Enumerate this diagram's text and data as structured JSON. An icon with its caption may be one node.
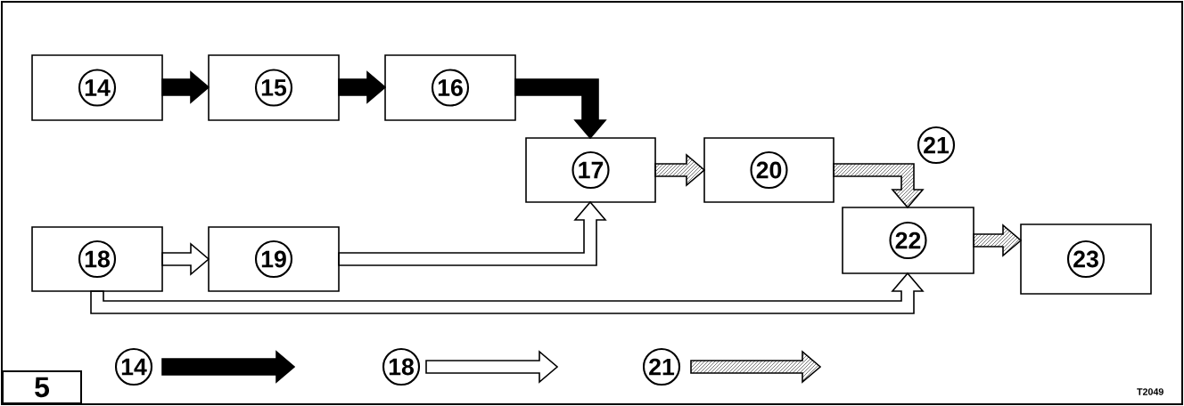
{
  "diagram": {
    "nodes": [
      {
        "text": [
          "14"
        ]
      },
      {
        "text": [
          "15"
        ]
      },
      {
        "text": [
          "16"
        ]
      },
      {
        "text": [
          "17"
        ]
      },
      {
        "text": [
          "20"
        ]
      },
      {
        "text": [
          "22"
        ]
      },
      {
        "text": [
          "23"
        ]
      },
      {
        "text": [
          "18"
        ]
      },
      {
        "text": [
          "19"
        ]
      }
    ],
    "edges": [
      {
        "from": 0,
        "to": 1,
        "arrow": "to",
        "style": "thick"
      },
      {
        "from": 1,
        "to": 2,
        "arrow": "to",
        "style": "thick"
      },
      {
        "from": 2,
        "to": 3,
        "arrow": "to",
        "style": "thick"
      },
      {
        "from": 7,
        "to": 8,
        "arrow": "to"
      },
      {
        "from": 8,
        "to": 3,
        "arrow": "to"
      },
      {
        "from": 7,
        "to": 5,
        "arrow": "to"
      },
      {
        "from": 3,
        "to": 4,
        "arrow": "to",
        "style": "dashed"
      },
      {
        "from": 4,
        "to": 5,
        "arrow": "to",
        "style": "dashed"
      },
      {
        "from": 5,
        "to": 6,
        "arrow": "to",
        "style": "dashed"
      }
    ],
    "labels": [
      "21",
      "5",
      "T2049"
    ],
    "legend": [
      {
        "text": "14"
      },
      {
        "text": "18"
      },
      {
        "text": "21"
      }
    ]
  }
}
